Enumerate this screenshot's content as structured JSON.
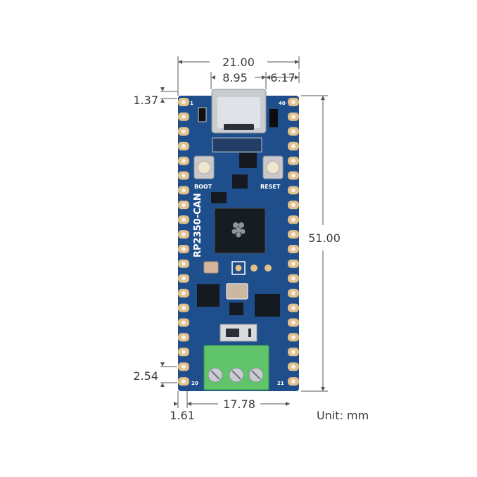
{
  "dimensions": {
    "total_width": "21.00",
    "usb_width": "8.95",
    "usb_offset": "6.17",
    "top_offset": "1.37",
    "board_length": "51.00",
    "pin_pitch": "2.54",
    "edge_offset": "1.61",
    "pin_span": "17.78"
  },
  "unit_label": "Unit: mm",
  "board": {
    "name": "RP2350-CAN",
    "boot_label": "BOOT",
    "reset_label": "RESET",
    "pin1": "1",
    "pin20": "20",
    "pin21": "21",
    "pin40": "40"
  },
  "colors": {
    "pcb": "#1f4e8c",
    "pad": "#e3c08a",
    "terminal": "#5fc46a"
  }
}
